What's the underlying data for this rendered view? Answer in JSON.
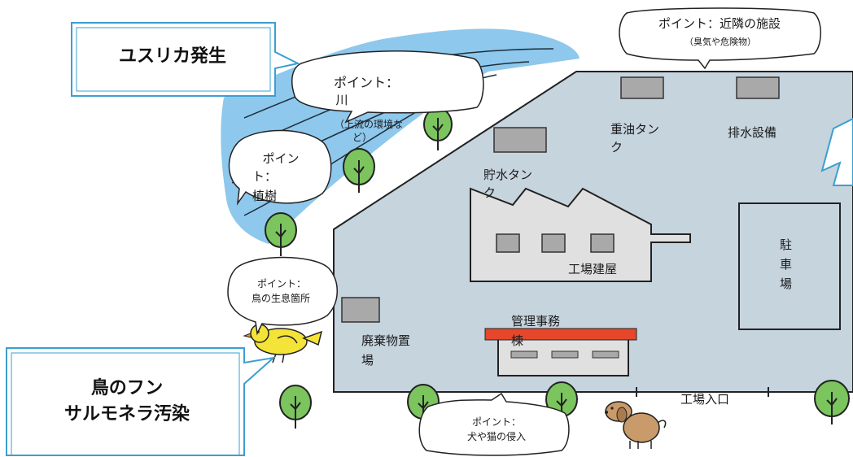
{
  "colors": {
    "site": "#c6d4de",
    "river": "#8ec8ec",
    "tree": "#7bc45e",
    "callout_border": "#3b9fd0",
    "roof": "#e6472b",
    "dark_box": "#a9a9a9",
    "bird": "#f4e438",
    "dog": "#c99a6a"
  },
  "callouts": {
    "yusurika": "ユスリカ発生",
    "bird_salmonella_line1": "鳥のフン",
    "bird_salmonella_line2": "サルモネラ汚染"
  },
  "bubbles": {
    "river_title1": "ポイント：",
    "river_title2": "川",
    "river_sub1": "（上流の環境な",
    "river_sub2": "ど）",
    "planting1": "ポイン",
    "planting2": "ト：",
    "planting3": "植樹",
    "bird_habitat1": "ポイント：",
    "bird_habitat2": "鳥の生息箇所",
    "nearby1": "ポイント：近隣の施設",
    "nearby2": "（臭気や危険物）",
    "intrusion1": "ポイント：",
    "intrusion2": "犬や猫の侵入"
  },
  "facilities": {
    "heavy_oil_tank1": "重油タン",
    "heavy_oil_tank2": "ク",
    "drainage": "排水設備",
    "water_tank1": "貯水タン",
    "water_tank2": "ク",
    "factory_building": "工場建屋",
    "parking1": "駐",
    "parking2": "車",
    "parking3": "場",
    "admin1": "管理事務",
    "admin2": "棟",
    "waste1": "廃棄物置",
    "waste2": "場",
    "entrance": "工場入口"
  }
}
